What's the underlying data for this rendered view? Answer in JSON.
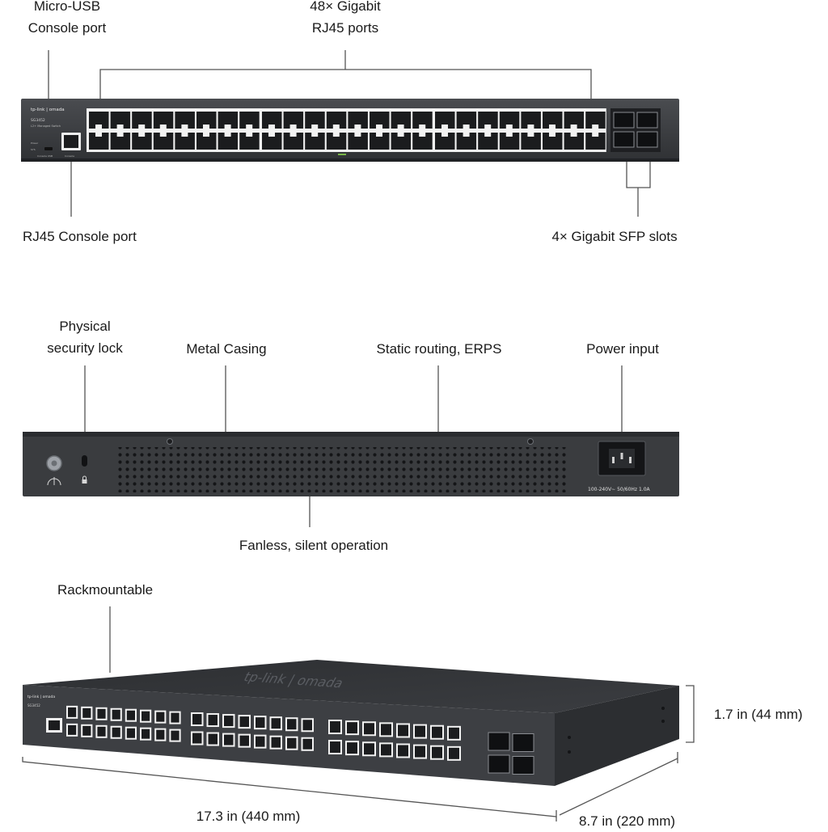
{
  "front_view": {
    "callouts": {
      "micro_usb_line1": "Micro-USB",
      "micro_usb_line2": "Console port",
      "rj45_ports_line1": "48× Gigabit",
      "rj45_ports_line2": "RJ45 ports",
      "rj45_console": "RJ45 Console port",
      "sfp_slots": "4× Gigabit SFP slots"
    },
    "panel": {
      "brand": "tp-link | omada",
      "model": "SG3452",
      "description": "L2+ Managed Switch",
      "console_usb_label": "Console USB",
      "console_label": "Console",
      "led_labels": [
        "Power",
        "SYS"
      ]
    },
    "rj45_port_count": 48,
    "sfp_slot_count": 4
  },
  "rear_view": {
    "callouts": {
      "security_lock_line1": "Physical",
      "security_lock_line2": "security lock",
      "metal_casing": "Metal Casing",
      "routing": "Static routing, ERPS",
      "power_input": "Power input",
      "fanless": "Fanless, silent operation"
    },
    "power_rating": "100-240V∼ 50/60Hz 1.0A"
  },
  "angled_view": {
    "callouts": {
      "rackmountable": "Rackmountable"
    },
    "top_logo": "tp-link | omada",
    "dimensions": {
      "height": "1.7 in (44 mm)",
      "width": "17.3 in (440 mm)",
      "depth": "8.7 in (220 mm)"
    }
  },
  "colors": {
    "chassis": "#3a3c3f",
    "chassis_dark": "#26282b",
    "port_frame": "#f2f2f2",
    "port_hole": "#1b1c1e",
    "line": "#555555",
    "text": "#1a1a1a"
  }
}
